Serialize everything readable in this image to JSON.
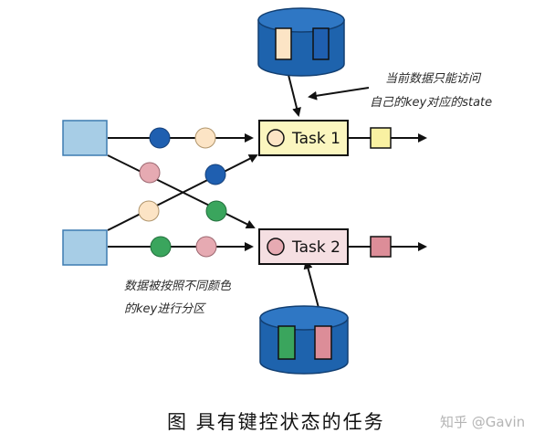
{
  "diagram": {
    "task1_label": "Task 1",
    "task2_label": "Task 2",
    "annotation_state": [
      "当前数据只能访问",
      "自己的key对应的state"
    ],
    "annotation_partition": [
      "数据被按照不同颜色",
      "的key进行分区"
    ],
    "caption": "图  具有键控状态的任务",
    "watermark": "知乎 @Gavin",
    "colors": {
      "source_box": "#a7cde6",
      "task1_fill": "#fbf6bf",
      "task2_fill": "#f5dfe2",
      "state_store": "#1e63ad",
      "key_dark_blue": "#1f5fb0",
      "key_peach": "#fce4c5",
      "key_pink": "#e6aab2",
      "key_green": "#3aa55d",
      "out_yellow": "#f9f1a2",
      "out_pink": "#dc8d98"
    }
  }
}
